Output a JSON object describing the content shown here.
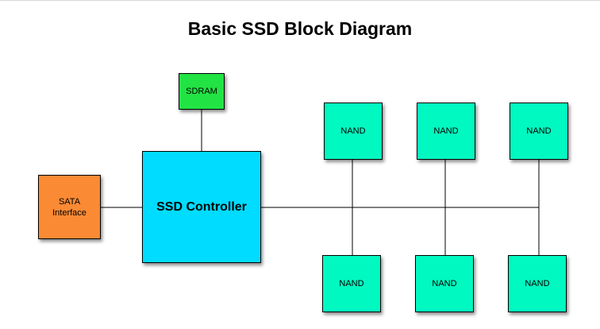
{
  "diagram": {
    "title": "Basic SSD Block Diagram",
    "colors": {
      "sdram": "#22e344",
      "sata": "#fb8a34",
      "controller": "#00dcff",
      "nand": "#00f9c0",
      "line": "#000000"
    },
    "blocks": {
      "sdram": "SDRAM",
      "sata_line1": "SATA",
      "sata_line2": "Interface",
      "controller": "SSD Controller",
      "nand_top_1": "NAND",
      "nand_top_2": "NAND",
      "nand_top_3": "NAND",
      "nand_bottom_1": "NAND",
      "nand_bottom_2": "NAND",
      "nand_bottom_3": "NAND"
    }
  }
}
